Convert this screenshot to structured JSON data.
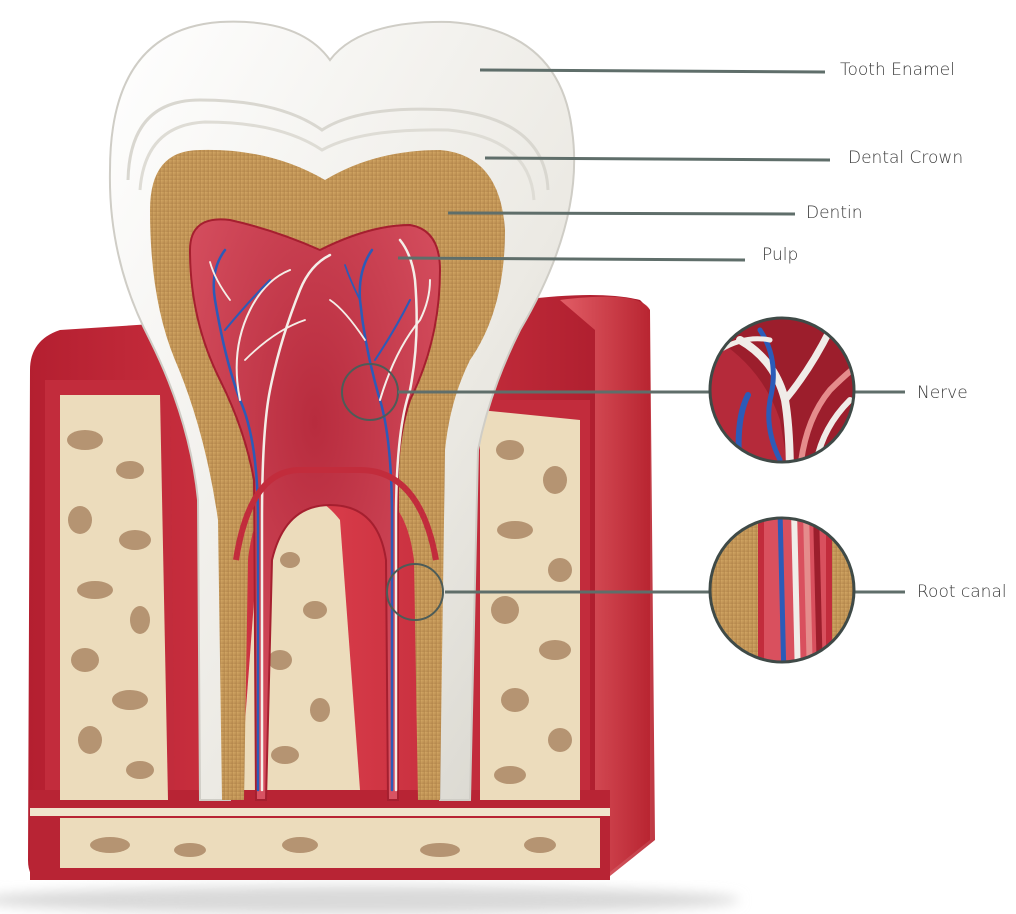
{
  "diagram": {
    "labels": {
      "enamel": "Tooth Enamel",
      "crown": "Dental Crown",
      "dentin": "Dentin",
      "pulp": "Pulp",
      "nerve": "Nerve",
      "root_canal": "Root canal"
    },
    "colors": {
      "gum": "#c8283a",
      "gum_dark": "#9a1524",
      "bone": "#ecdcbc",
      "bone_pore": "#b59472",
      "enamel": "#f2f2ef",
      "dentin": "#c79b5c",
      "pulp": "#c73949",
      "nerve_white": "#f4eee8",
      "vessel_blue": "#2c5bb8",
      "leader_line": "#5f6e6a"
    }
  }
}
